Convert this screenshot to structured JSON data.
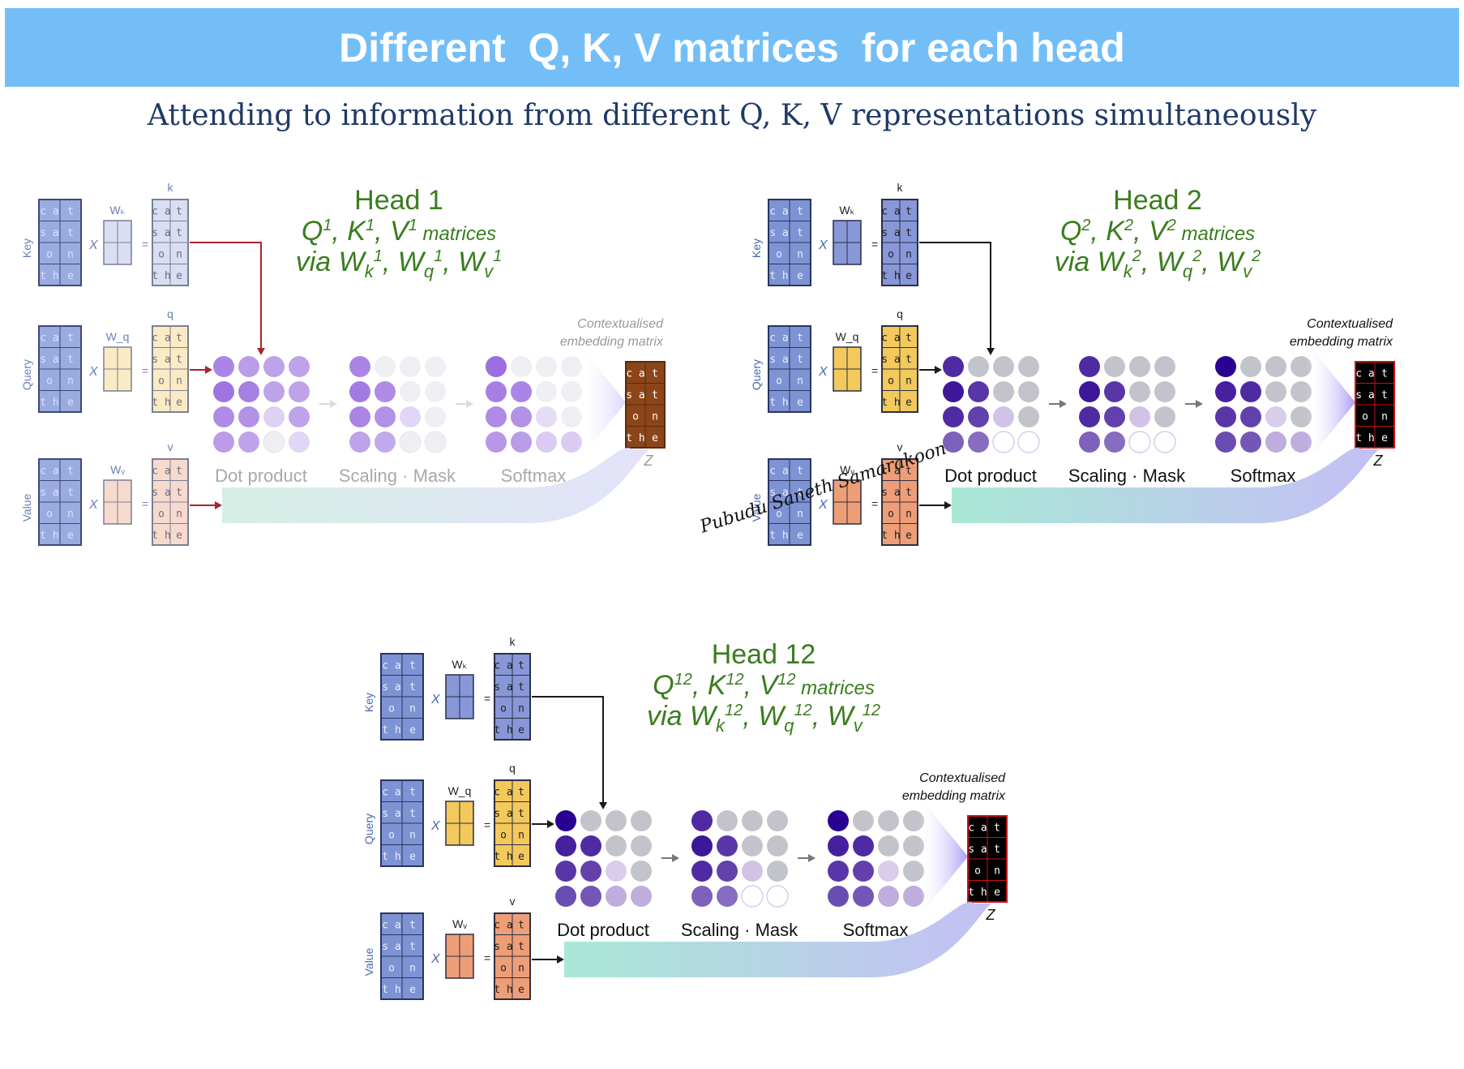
{
  "title": "Different  Q, K, V matrices  for each head",
  "subtitle": "Attending to information from different Q, K, V representations simultaneously",
  "signature": "Pubudu Saneth Samarakoon",
  "token_grid": [
    [
      "c a",
      "t"
    ],
    [
      "s a",
      "t"
    ],
    [
      "o",
      "n"
    ],
    [
      "t h",
      "e"
    ]
  ],
  "labels": {
    "key": "Key",
    "query": "Query",
    "value": "Value",
    "times": "X",
    "equals": "=",
    "wk": "Wₖ",
    "wq": "W_q",
    "wv": "Wᵥ",
    "k": "k",
    "q": "q",
    "v": "v",
    "dot_product": "Dot product",
    "scaling_mask": "Scaling · Mask",
    "softmax": "Softmax",
    "context_line1": "Contextualised",
    "context_line2": "embedding matrix",
    "z": "Z",
    "matrices": "matrices",
    "via": "via"
  },
  "heads": [
    {
      "name": "Head 1",
      "sup": "1",
      "faded": true
    },
    {
      "name": "Head 2",
      "sup": "2",
      "faded": false
    },
    {
      "name": "Head 12",
      "sup": "12",
      "faded": false
    }
  ],
  "colors": {
    "title_bar": "#74BEF8",
    "head_title": "#3A7D1E",
    "subtitle": "#1F3A66",
    "input_matrix": "#7E93D3",
    "k_matrix": "#8797D8",
    "q_matrix": "#F3C95C",
    "v_matrix": "#EE9E77",
    "head1_k": "#D9DEF2",
    "head1_q": "#FBEBC5",
    "head1_v": "#F7DACE",
    "head1_z": "#8B4519",
    "z_dark": "#000000",
    "arrow_red": "#A8262C",
    "arrow_black": "#1a1a1a"
  },
  "attention_levels": [
    [
      [
        0.8,
        0.6,
        0.55,
        0.55
      ],
      [
        0.95,
        0.85,
        0.55,
        0.55
      ],
      [
        0.75,
        0.7,
        0.15,
        0.55
      ],
      [
        0.6,
        0.55,
        0,
        0.1
      ]
    ],
    [
      [
        0.8,
        0,
        0,
        0
      ],
      [
        0.9,
        0.75,
        0,
        0
      ],
      [
        0.8,
        0.7,
        0.1,
        0
      ],
      [
        0.55,
        0.5,
        0,
        0
      ]
    ],
    [
      [
        1,
        0,
        0,
        0
      ],
      [
        0.85,
        0.8,
        0,
        0
      ],
      [
        0.75,
        0.7,
        0.05,
        0
      ],
      [
        0.65,
        0.6,
        0.2,
        0.2
      ]
    ]
  ]
}
